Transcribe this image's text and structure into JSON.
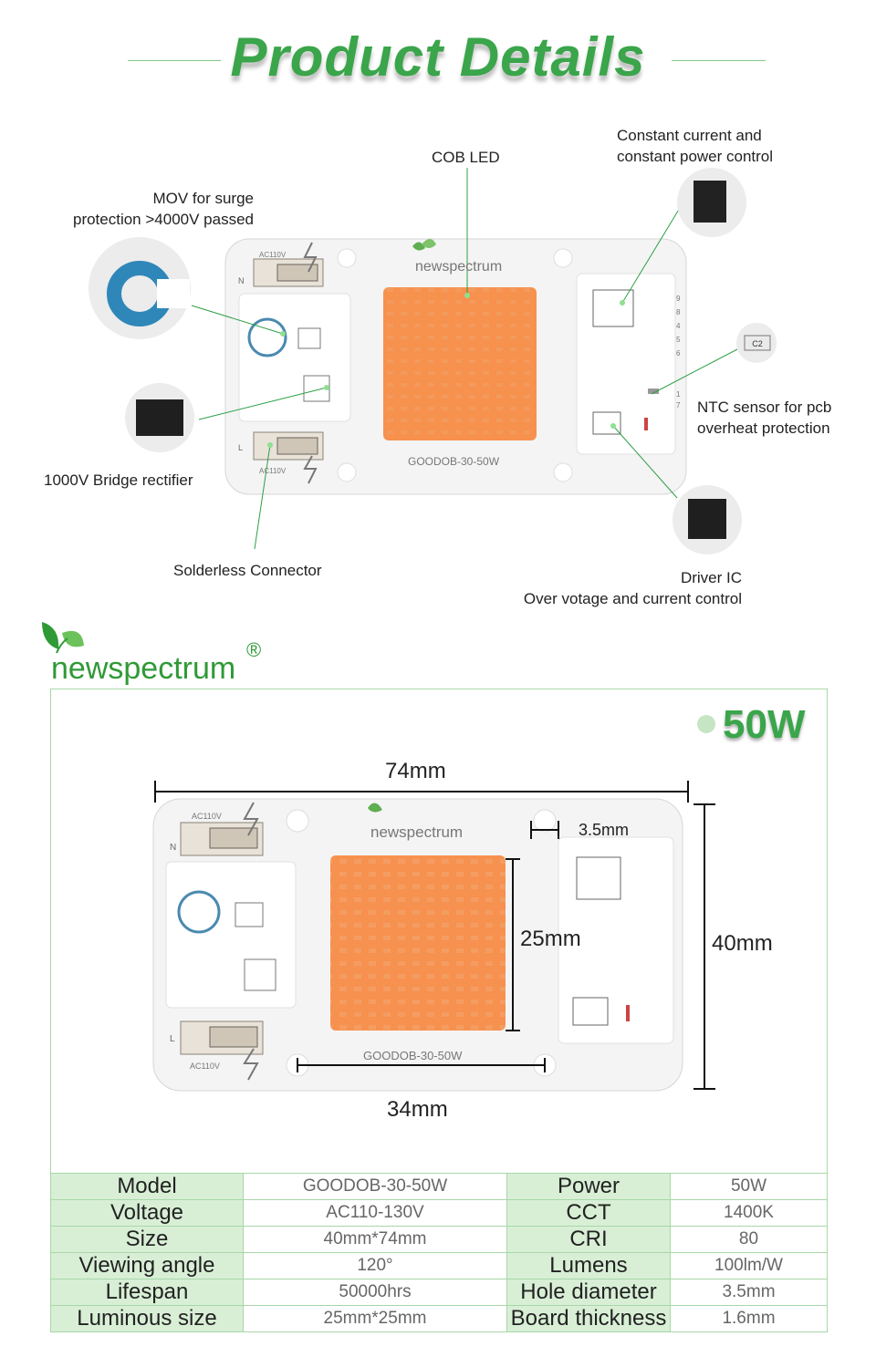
{
  "header": {
    "title": "Product Details"
  },
  "callouts": {
    "cob_led": "COB LED",
    "constant_line1": "Constant current and",
    "constant_line2": "constant power control",
    "mov_line1": "MOV for surge",
    "mov_line2": "protection >4000V passed",
    "ntc_line1": "NTC sensor for pcb",
    "ntc_line2": "overheat protection",
    "bridge": "1000V Bridge rectifier",
    "connector": "Solderless Connector",
    "driver_line1": "Driver IC",
    "driver_line2": "Over votage and current control"
  },
  "board": {
    "brand": "newspectrum",
    "model_label": "GOODOB-30-50W",
    "ac_label": "AC110V",
    "pin_n": "N",
    "pin_l": "L",
    "pins": [
      "9",
      "8",
      "4",
      "5",
      "6",
      "1",
      "7"
    ],
    "chip_label": "C2"
  },
  "brand": {
    "name": "newspectrum",
    "reg": "®"
  },
  "dimension_panel": {
    "wattage": "50W",
    "width": "74mm",
    "height": "40mm",
    "hole": "3.5mm",
    "led_size": "25mm",
    "hole_spacing": "34mm"
  },
  "specs": {
    "rows": [
      {
        "k1": "Model",
        "v1": "GOODOB-30-50W",
        "k2": "Power",
        "v2": "50W"
      },
      {
        "k1": "Voltage",
        "v1": "AC110-130V",
        "k2": "CCT",
        "v2": "1400K"
      },
      {
        "k1": "Size",
        "v1": "40mm*74mm",
        "k2": "CRI",
        "v2": "80"
      },
      {
        "k1": "Viewing angle",
        "v1": "120°",
        "k2": "Lumens",
        "v2": "100lm/W"
      },
      {
        "k1": "Lifespan",
        "v1": "50000hrs",
        "k2": "Hole diameter",
        "v2": "3.5mm"
      },
      {
        "k1": "Luminous size",
        "v1": "25mm*25mm",
        "k2": "Board thickness",
        "v2": "1.6mm"
      }
    ]
  },
  "colors": {
    "accent": "#3aa54a",
    "led": "#f7914e",
    "table_key_bg": "#d8efd6",
    "border": "#a8d7a8"
  }
}
